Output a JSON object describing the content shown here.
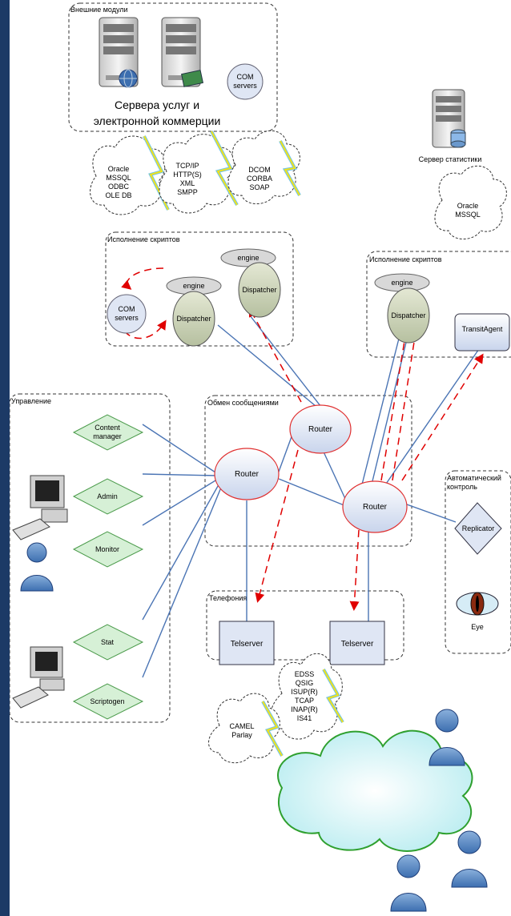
{
  "groups": {
    "external_modules": "Внешние модули",
    "scripts_left": "Исполнение скриптов",
    "scripts_right": "Исполнение скриптов",
    "management": "Управление",
    "messaging": "Обмен сообщениями",
    "telephony": "Телефония",
    "auto_control_1": "Автоматический",
    "auto_control_2": "контроль"
  },
  "servers": {
    "commerce_line1": "Сервера услуг и",
    "commerce_line2": "электронной коммерции",
    "com_servers_top_1": "COM",
    "com_servers_top_2": "servers",
    "stats_server": "Сервер статистики"
  },
  "protocols": {
    "db": [
      "Oracle",
      "MSSQL",
      "ODBC",
      "OLE DB"
    ],
    "net": [
      "TCP/IP",
      "HTTP(S)",
      "XML",
      "SMPP"
    ],
    "obj": [
      "DCOM",
      "CORBA",
      "SOAP"
    ],
    "stats_db": [
      "Oracle",
      "MSSQL"
    ],
    "ss7": [
      "EDSS",
      "QSIG",
      "ISUP(R)",
      "TCAP",
      "INAP(R)",
      "IS41"
    ],
    "camel": [
      "CAMEL",
      "Parlay"
    ]
  },
  "nodes": {
    "engine": "engine",
    "dispatcher": "Dispatcher",
    "com_servers_1": "COM",
    "com_servers_2": "servers",
    "transit_agent": "TransitAgent",
    "router": "Router",
    "telserver": "Telserver",
    "replicator": "Replicator",
    "eye": "Eye"
  },
  "management_items": {
    "content_1": "Content",
    "content_2": "manager",
    "admin": "Admin",
    "monitor": "Monitor",
    "stat": "Stat",
    "scriptogen": "Scriptogen"
  }
}
